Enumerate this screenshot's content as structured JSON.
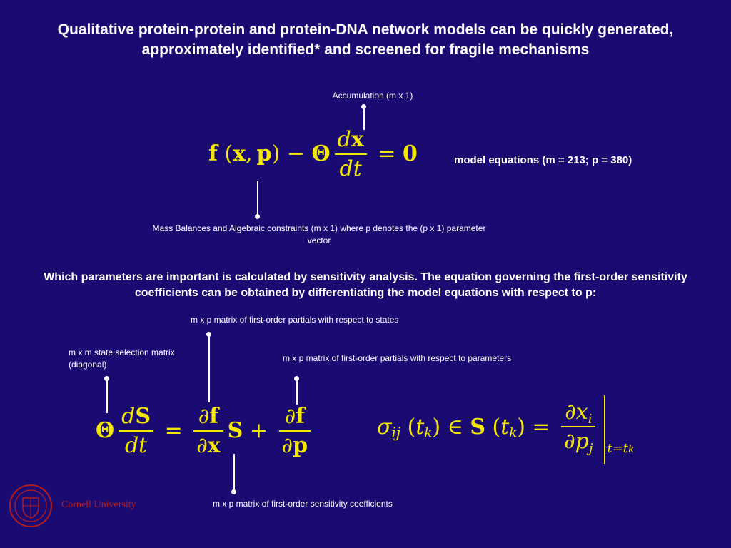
{
  "slide": {
    "title": "Qualitative protein-protein and protein-DNA network models can be quickly generated, approximately identified* and screened for fragile mechanisms",
    "top_annotations": {
      "accumulation": "Accumulation (m x 1)",
      "mass_balance": "Mass Balances and Algebraic constraints (m x 1) where p denotes the (p x 1) parameter vector",
      "model_equations": "model equations (m = 213; p = 380)"
    },
    "paragraph": "Which parameters are important is calculated by sensitivity analysis. The equation governing the first-order sensitivity coefficients can be obtained by differentiating the model equations with respect to p:",
    "bottom_annotations": {
      "state_partials": "m x p matrix of first-order partials with respect to states",
      "selection_matrix": "m x m state selection matrix (diagonal)",
      "param_partials": "m x p matrix of first-order partials with respect to parameters",
      "sensitivity_coeffs": "m x p matrix of first-order sensitivity coefficients"
    },
    "logo_text": "Cornell University"
  },
  "colors": {
    "background": "#1a0b73",
    "math": "#f5e800",
    "text": "#ffffff",
    "logo": "#b31b1b"
  }
}
